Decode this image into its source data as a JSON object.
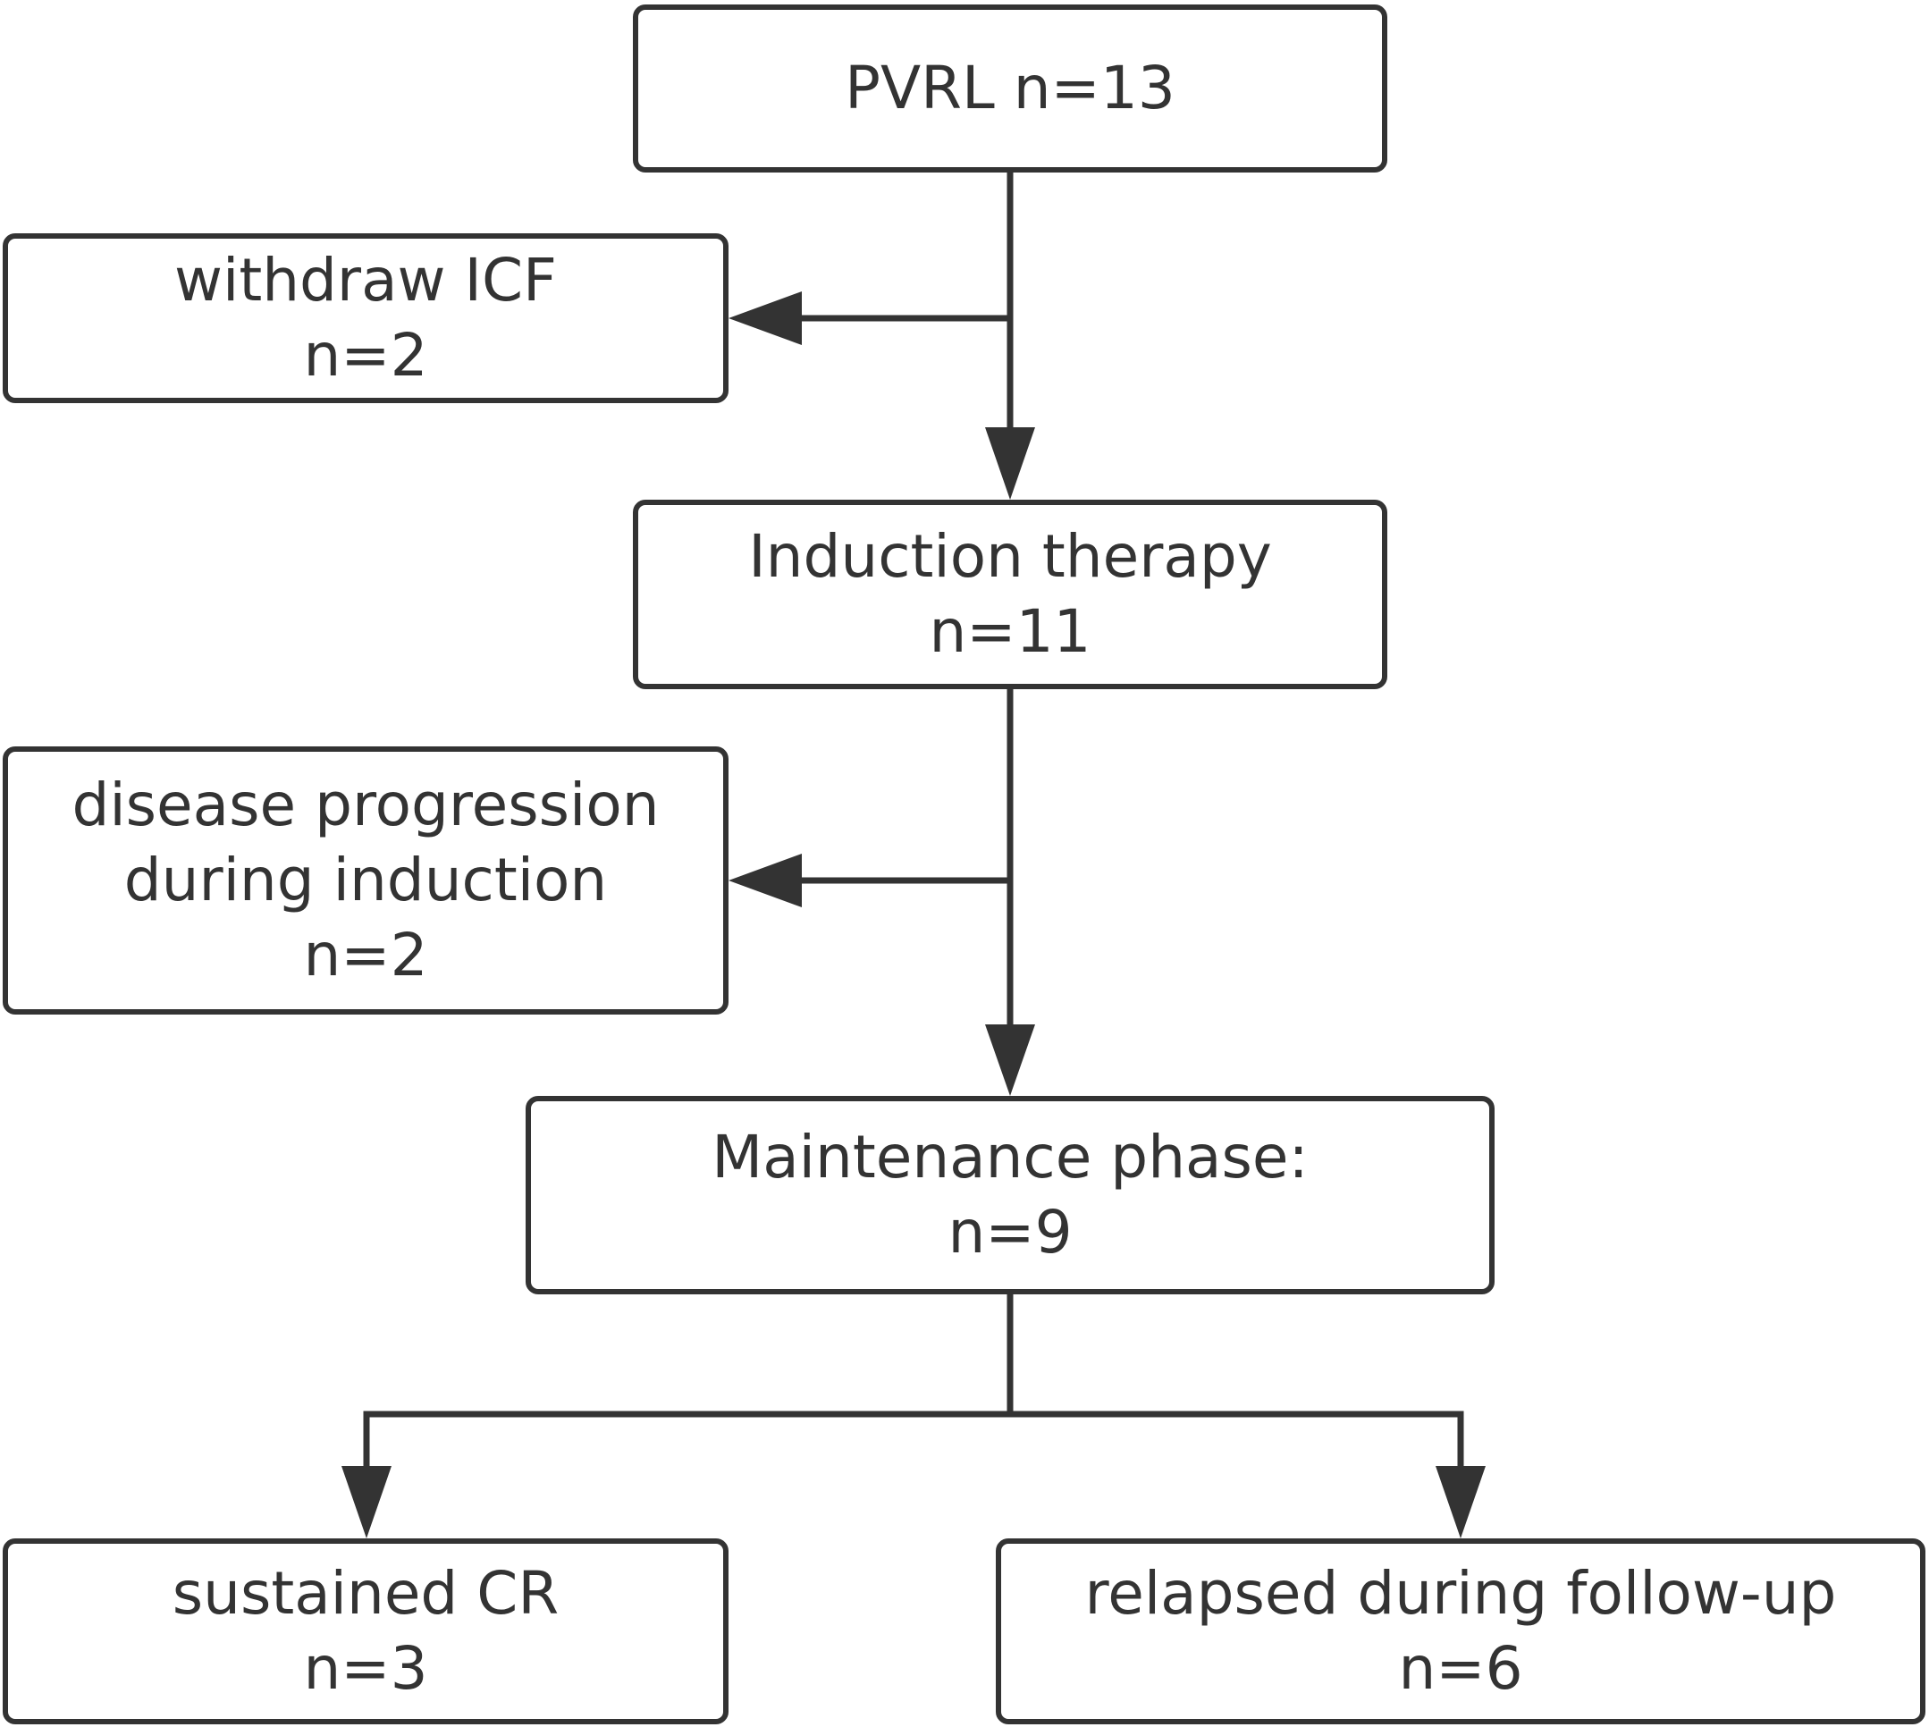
{
  "colors": {
    "stroke": "#333333",
    "text": "#333333",
    "background": "#ffffff"
  },
  "nodes": {
    "pvrl": {
      "lines": [
        "PVRL n=13"
      ]
    },
    "withdraw": {
      "lines": [
        "withdraw ICF",
        "n=2"
      ]
    },
    "induction": {
      "lines": [
        "Induction therapy",
        "n=11"
      ]
    },
    "progression": {
      "lines": [
        "disease progression",
        "during induction",
        "n=2"
      ]
    },
    "maintenance": {
      "lines": [
        "Maintenance phase:",
        "n=9"
      ]
    },
    "sustained": {
      "lines": [
        "sustained CR",
        "n=3"
      ]
    },
    "relapsed": {
      "lines": [
        "relapsed during follow-up",
        "n=6"
      ]
    }
  },
  "edges": [
    {
      "from": "pvrl",
      "to": "induction"
    },
    {
      "from": "pvrl",
      "to": "withdraw"
    },
    {
      "from": "induction",
      "to": "maintenance"
    },
    {
      "from": "induction",
      "to": "progression"
    },
    {
      "from": "maintenance",
      "to": "sustained"
    },
    {
      "from": "maintenance",
      "to": "relapsed"
    }
  ]
}
